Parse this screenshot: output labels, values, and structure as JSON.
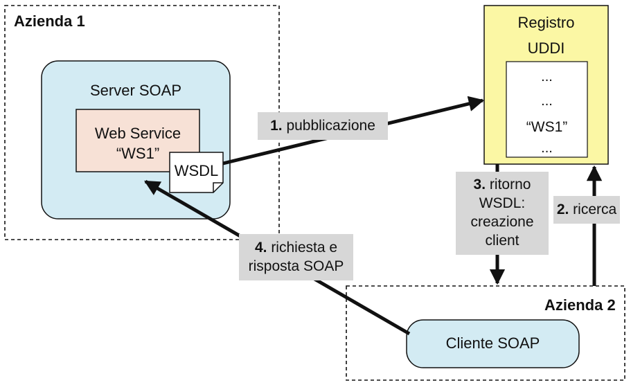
{
  "company1": {
    "label": "Azienda 1"
  },
  "company2": {
    "label": "Azienda 2"
  },
  "server": {
    "label": "Server SOAP"
  },
  "webservice": {
    "line1": "Web Service",
    "line2": "“WS1”"
  },
  "wsdl": {
    "label": "WSDL"
  },
  "registry": {
    "line1": "Registro",
    "line2": "UDDI",
    "entries": [
      "...",
      "...",
      "“WS1”",
      "..."
    ]
  },
  "client": {
    "label": "Cliente SOAP"
  },
  "steps": {
    "step1": {
      "num": "1.",
      "text": "pubblicazione"
    },
    "step2": {
      "num": "2.",
      "text": "ricerca"
    },
    "step3": {
      "num": "3.",
      "text": "ritorno",
      "line2": "WSDL:",
      "line3": "creazione",
      "line4": "client"
    },
    "step4": {
      "num": "4.",
      "text": "richiesta e",
      "line2": "risposta SOAP"
    }
  },
  "colors": {
    "server_fill": "#d3ebf3",
    "webservice_fill": "#f7e1d6",
    "registry_fill": "#fbf7a4",
    "client_fill": "#d3ebf3",
    "label_bg": "#d7d7d7"
  }
}
